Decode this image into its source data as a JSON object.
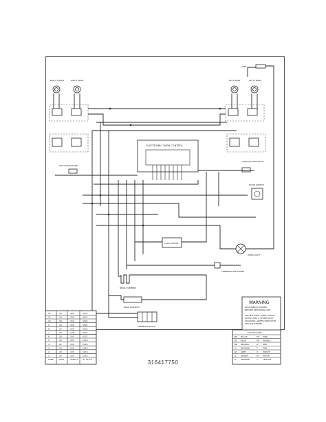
{
  "document": {
    "number": "316417750"
  },
  "elements": {
    "left_front": "RIGHT FRONT",
    "left_rear": "RIGHT REAR",
    "right_rear": "LEFT REAR",
    "right_front": "LEFT FRONT",
    "oven_control": "ELECTRONIC OVEN CONTROL",
    "hot_surface": "HOT SURFACE IND.",
    "surface_indicator": "SURFACE INDICATOR",
    "oven_light": "OVEN LIGHT",
    "lock_motor": "LOCK MOTOR",
    "temp_probe": "TEMPERATURE PROBE",
    "broil_element": "BROIL ELEMENT",
    "bake_element": "BAKE ELEMENT",
    "terminal_block": "TERMINAL BLOCK",
    "door_switch": "DOOR SWITCH",
    "lamp": "LAMP"
  },
  "warning": {
    "title": "WARNING",
    "lines": [
      "DISCONNECT POWER",
      "BEFORE SERVICING UNIT"
    ],
    "note_lines": [
      "TRACER WIRE : WIRE COLOR",
      "NOTED FIRST, STRIPE NEXT.",
      "(EXAMPLE: GREEN WIRE WITH",
      "YELLOW STRIPE)"
    ]
  },
  "color_code": {
    "title": "COLOR CODE",
    "rows": [
      [
        "BK",
        "BLACK",
        "PK",
        "PINK"
      ],
      [
        "BL",
        "BLUE",
        "PU",
        "PURPLE"
      ],
      [
        "BR",
        "BROWN",
        "R",
        "RED"
      ],
      [
        "O",
        "ORANGE",
        "T",
        "TAN"
      ],
      [
        "GY",
        "GREY",
        "V",
        "VIOLET"
      ],
      [
        "G",
        "GREEN",
        "W",
        "WHITE"
      ],
      [
        "O",
        "ORANGE",
        "Y",
        "YELLOW"
      ]
    ]
  },
  "wire_table": {
    "headers": [
      "WIRE",
      "AWG",
      "TEMP°C",
      "UL STYLE"
    ],
    "rows": [
      [
        "12",
        "16",
        "200",
        "3071"
      ],
      [
        "11",
        "18",
        "200",
        "3071"
      ],
      [
        "10",
        "18",
        "150",
        "3321"
      ],
      [
        "9",
        "14",
        "150",
        "3321"
      ],
      [
        "8",
        "12",
        "150",
        "3321"
      ],
      [
        "7",
        "16",
        "105",
        "3321"
      ],
      [
        "6",
        "18",
        "105",
        "3321"
      ],
      [
        "5",
        "20",
        "105",
        "1015"
      ],
      [
        "4",
        "22",
        "105",
        "1015"
      ],
      [
        "3",
        "18",
        "105",
        "1015"
      ],
      [
        "2",
        "20",
        "105",
        "1015"
      ],
      [
        "1",
        "20",
        "105",
        "1015"
      ]
    ]
  }
}
